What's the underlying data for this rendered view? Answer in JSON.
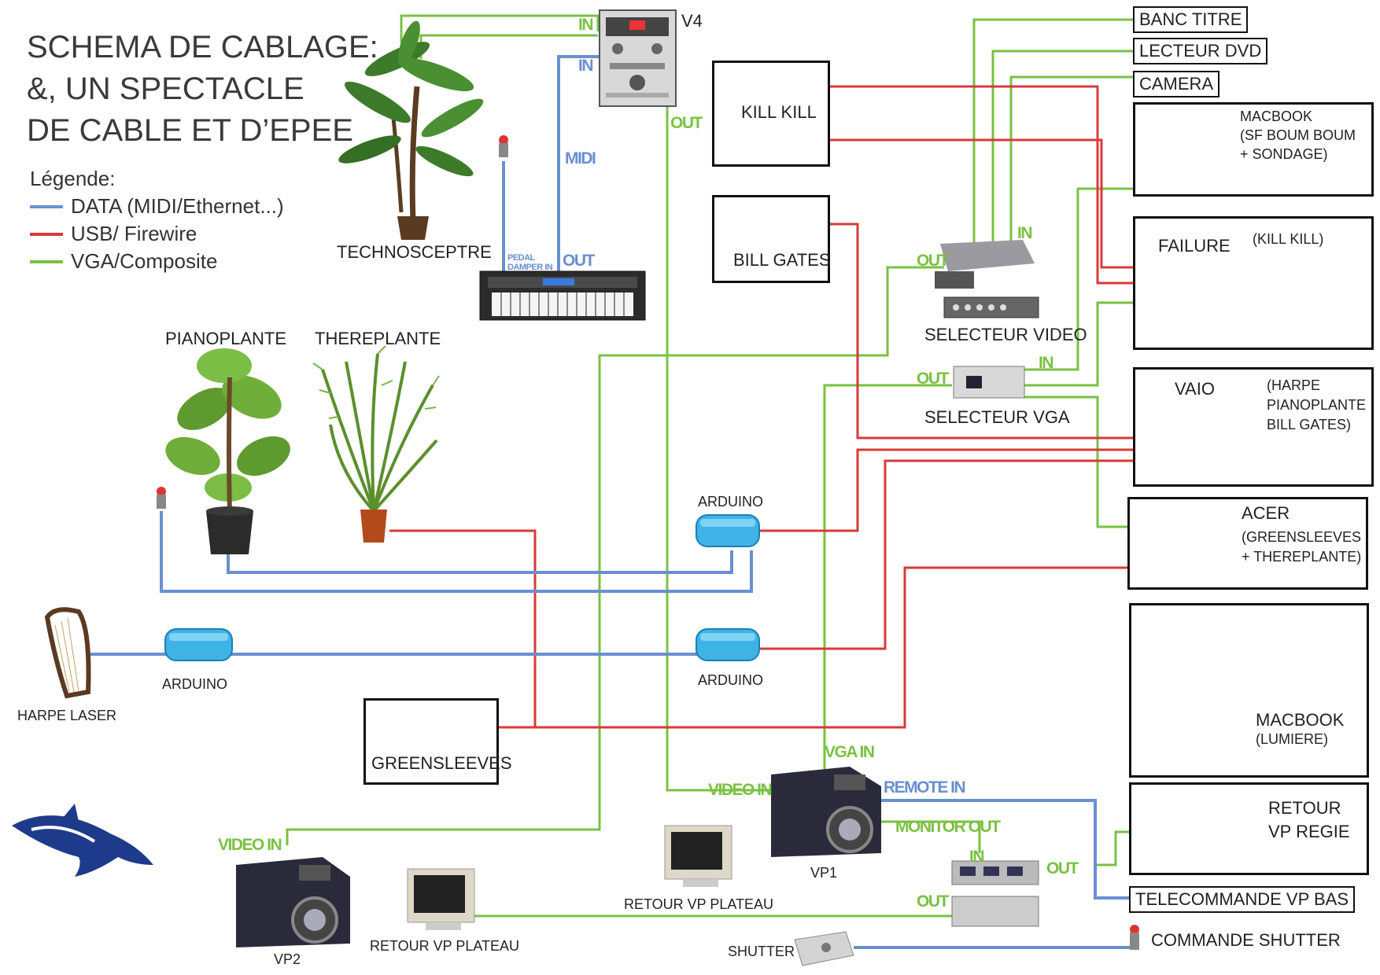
{
  "title": [
    "SCHEMA DE CABLAGE:",
    "&, UN SPECTACLE",
    "DE CABLE ET D’EPEE"
  ],
  "legend": {
    "heading": "Légende:",
    "items": [
      {
        "label": "DATA (MIDI/Ethernet...)",
        "color": "#6a8fd0"
      },
      {
        "label": "USB/ Firewire",
        "color": "#d93a3a"
      },
      {
        "label": "VGA/Composite",
        "color": "#7ac142"
      }
    ]
  },
  "colors": {
    "data": "#6a8fd0",
    "usb": "#d93a3a",
    "vga": "#7ac142"
  },
  "devices": {
    "v4": "V4",
    "technosceptre": "TECHNOSCEPTRE",
    "pianoplante": "PIANOPLANTE",
    "thereplante": "THEREPLANTE",
    "arduino": "ARDUINO",
    "harpe_laser": "HARPE LASER",
    "kill_kill": "KILL KILL",
    "bill_gates": "BILL GATES",
    "greensleeves": "GREENSLEEVES",
    "selecteur_video": "SELECTEUR VIDEO",
    "selecteur_vga": "SELECTEUR VGA",
    "banc_titre": "BANC TITRE",
    "lecteur_dvd": "LECTEUR DVD",
    "camera": "CAMERA",
    "macbook1_title": "MACBOOK",
    "macbook1_sub1": "(SF BOUM BOUM",
    "macbook1_sub2": "+ SONDAGE)",
    "failure": "FAILURE",
    "failure_note": "(KILL KILL)",
    "vaio": "VAIO",
    "vaio_note1": "(HARPE",
    "vaio_note2": "PIANOPLANTE",
    "vaio_note3": "BILL GATES)",
    "acer": "ACER",
    "acer_note1": "(GREENSLEEVES",
    "acer_note2": "+ THEREPLANTE)",
    "macbook2_title": "MACBOOK",
    "macbook2_note": "(LUMIERE)",
    "retour_regie1": "RETOUR",
    "retour_regie2": "VP REGIE",
    "telecommande": "TELECOMMANDE VP BAS",
    "commande_shutter": "COMMANDE SHUTTER",
    "shutter": "SHUTTER",
    "vp1": "VP1",
    "vp2": "VP2",
    "retour_vp_plateau": "RETOUR VP PLATEAU"
  },
  "ports": {
    "in": "IN",
    "out": "OUT",
    "midi": "MIDI",
    "pedal_damper_in_1": "PEDAL",
    "pedal_damper_in_2": "DAMPER IN",
    "vga_in": "VGA IN",
    "video_in": "VIDEO IN",
    "remote_in": "REMOTE IN",
    "monitor_out": "MONITOR OUT"
  }
}
